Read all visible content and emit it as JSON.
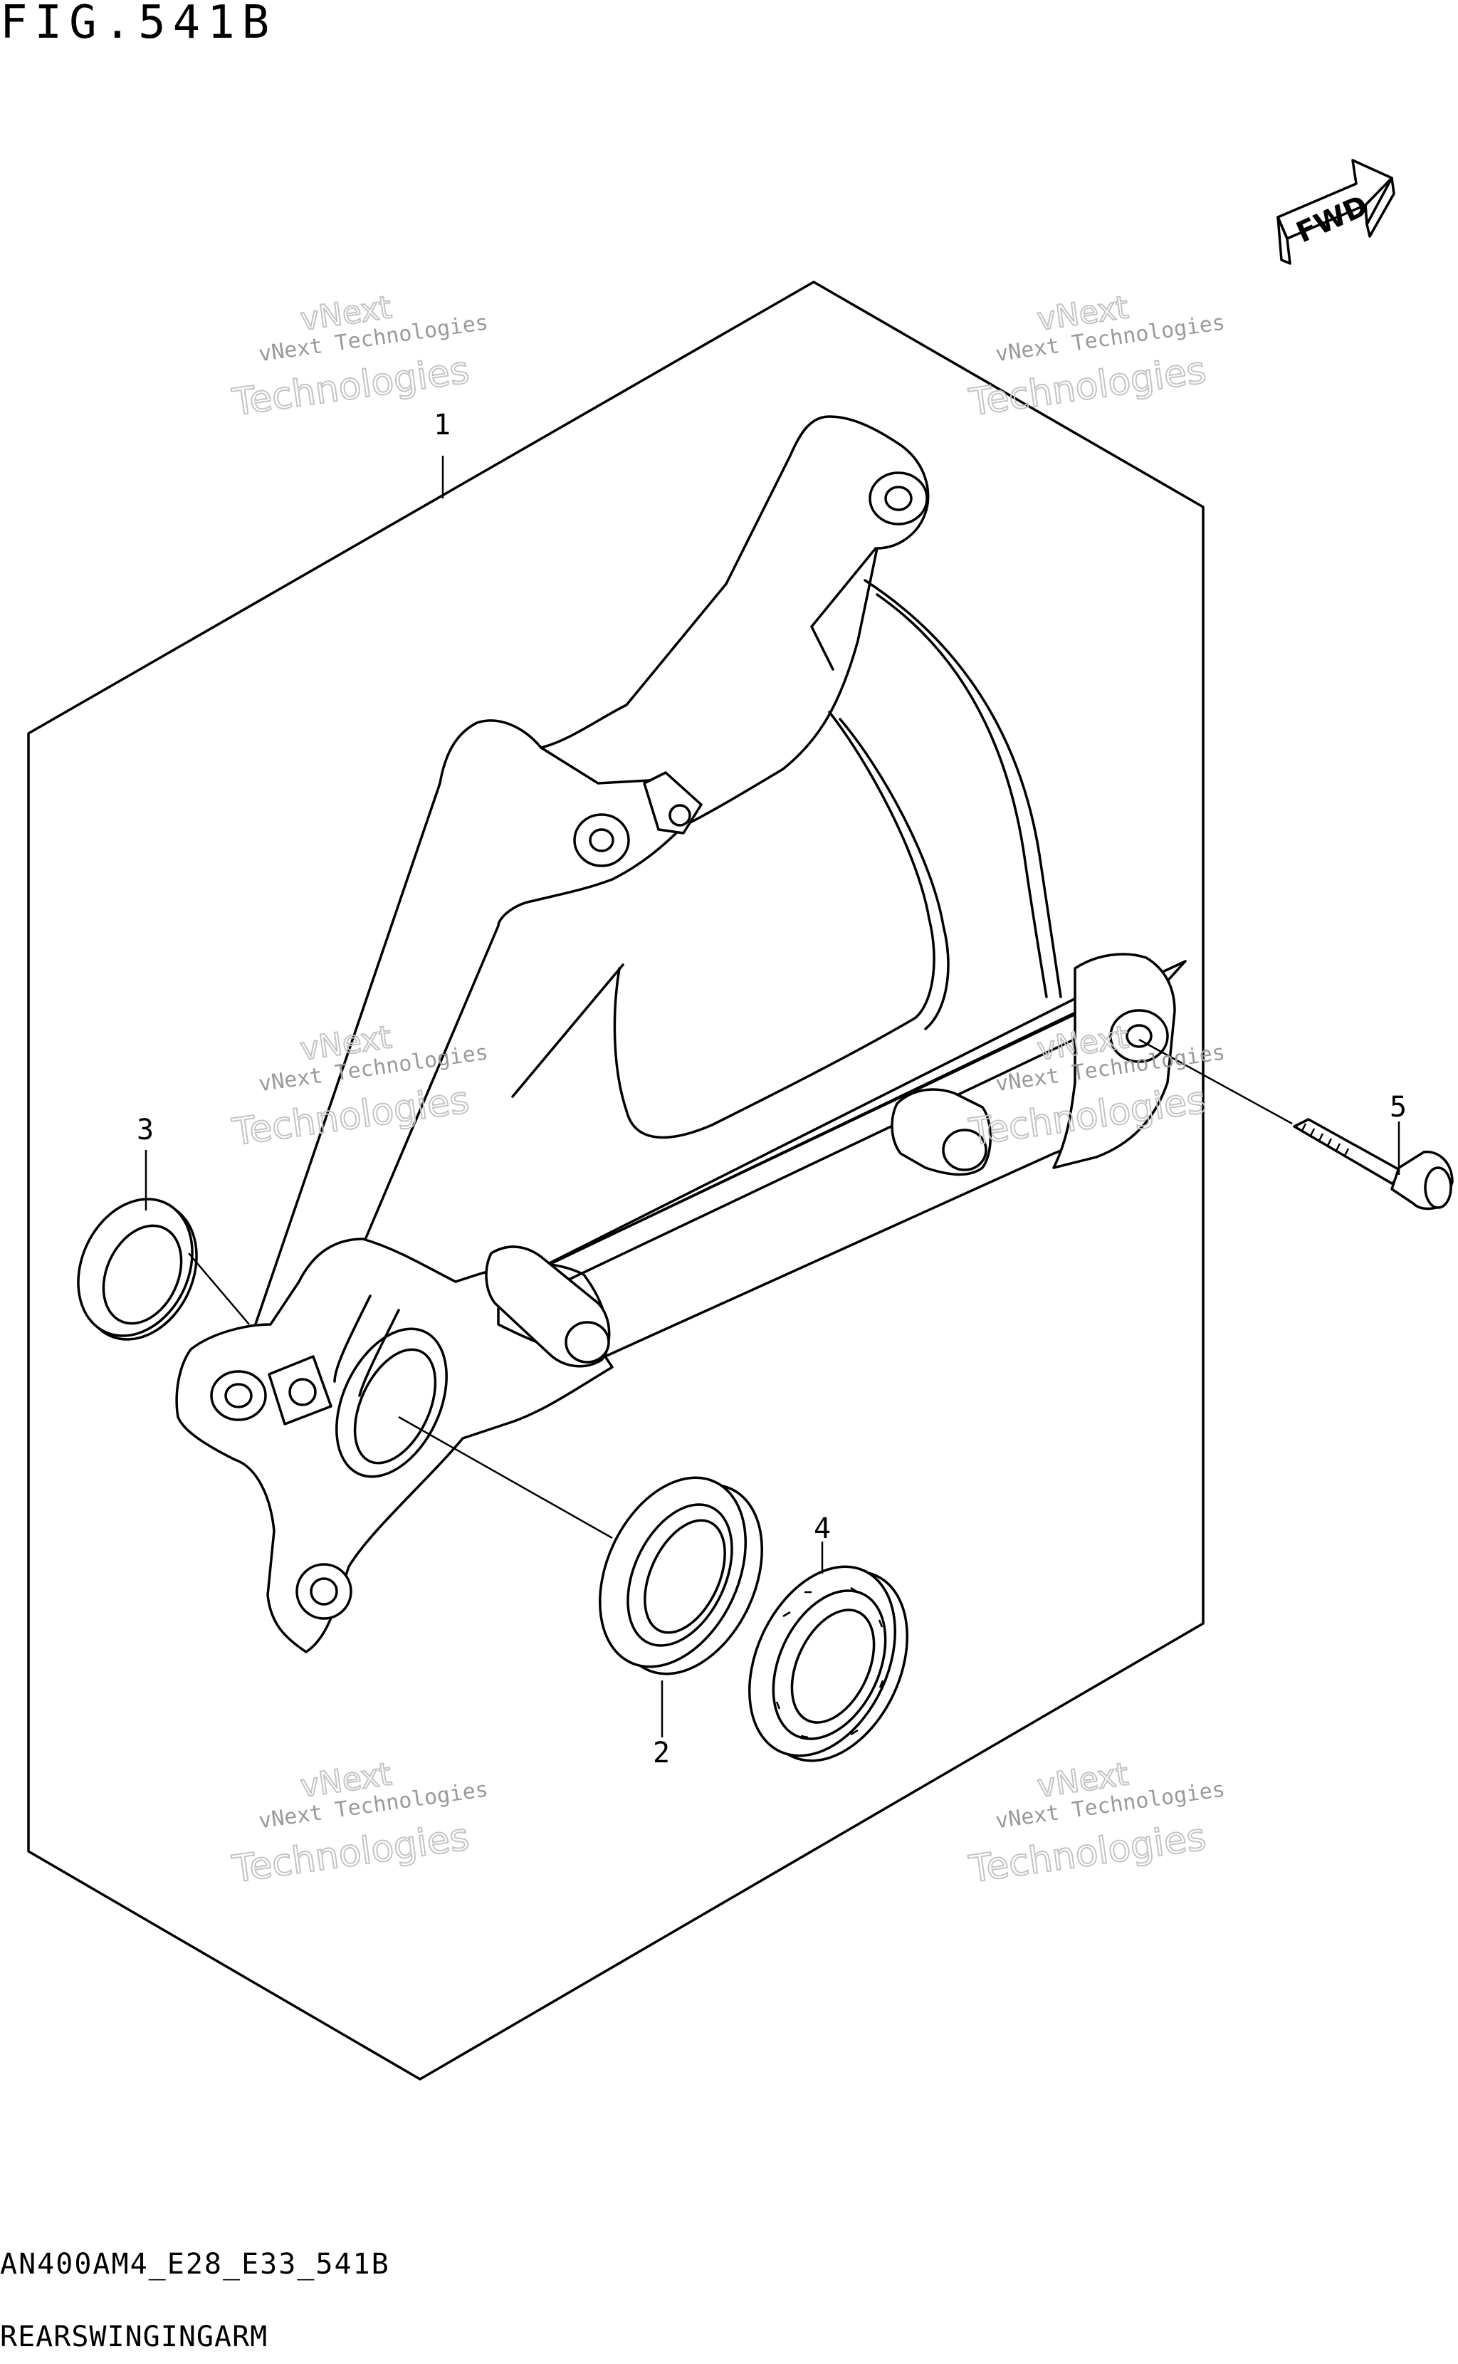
{
  "figure": {
    "title": "FIG.541B",
    "code": "AN400AM4_E28_E33_541B",
    "name": "REARSWINGINGARM"
  },
  "direction_badge": "FWD",
  "watermark": {
    "line1": "vNext Technologies",
    "line2": "Technologies",
    "line0": "vNext"
  },
  "callouts": [
    {
      "id": "1"
    },
    {
      "id": "2"
    },
    {
      "id": "3"
    },
    {
      "id": "4"
    },
    {
      "id": "5"
    }
  ]
}
